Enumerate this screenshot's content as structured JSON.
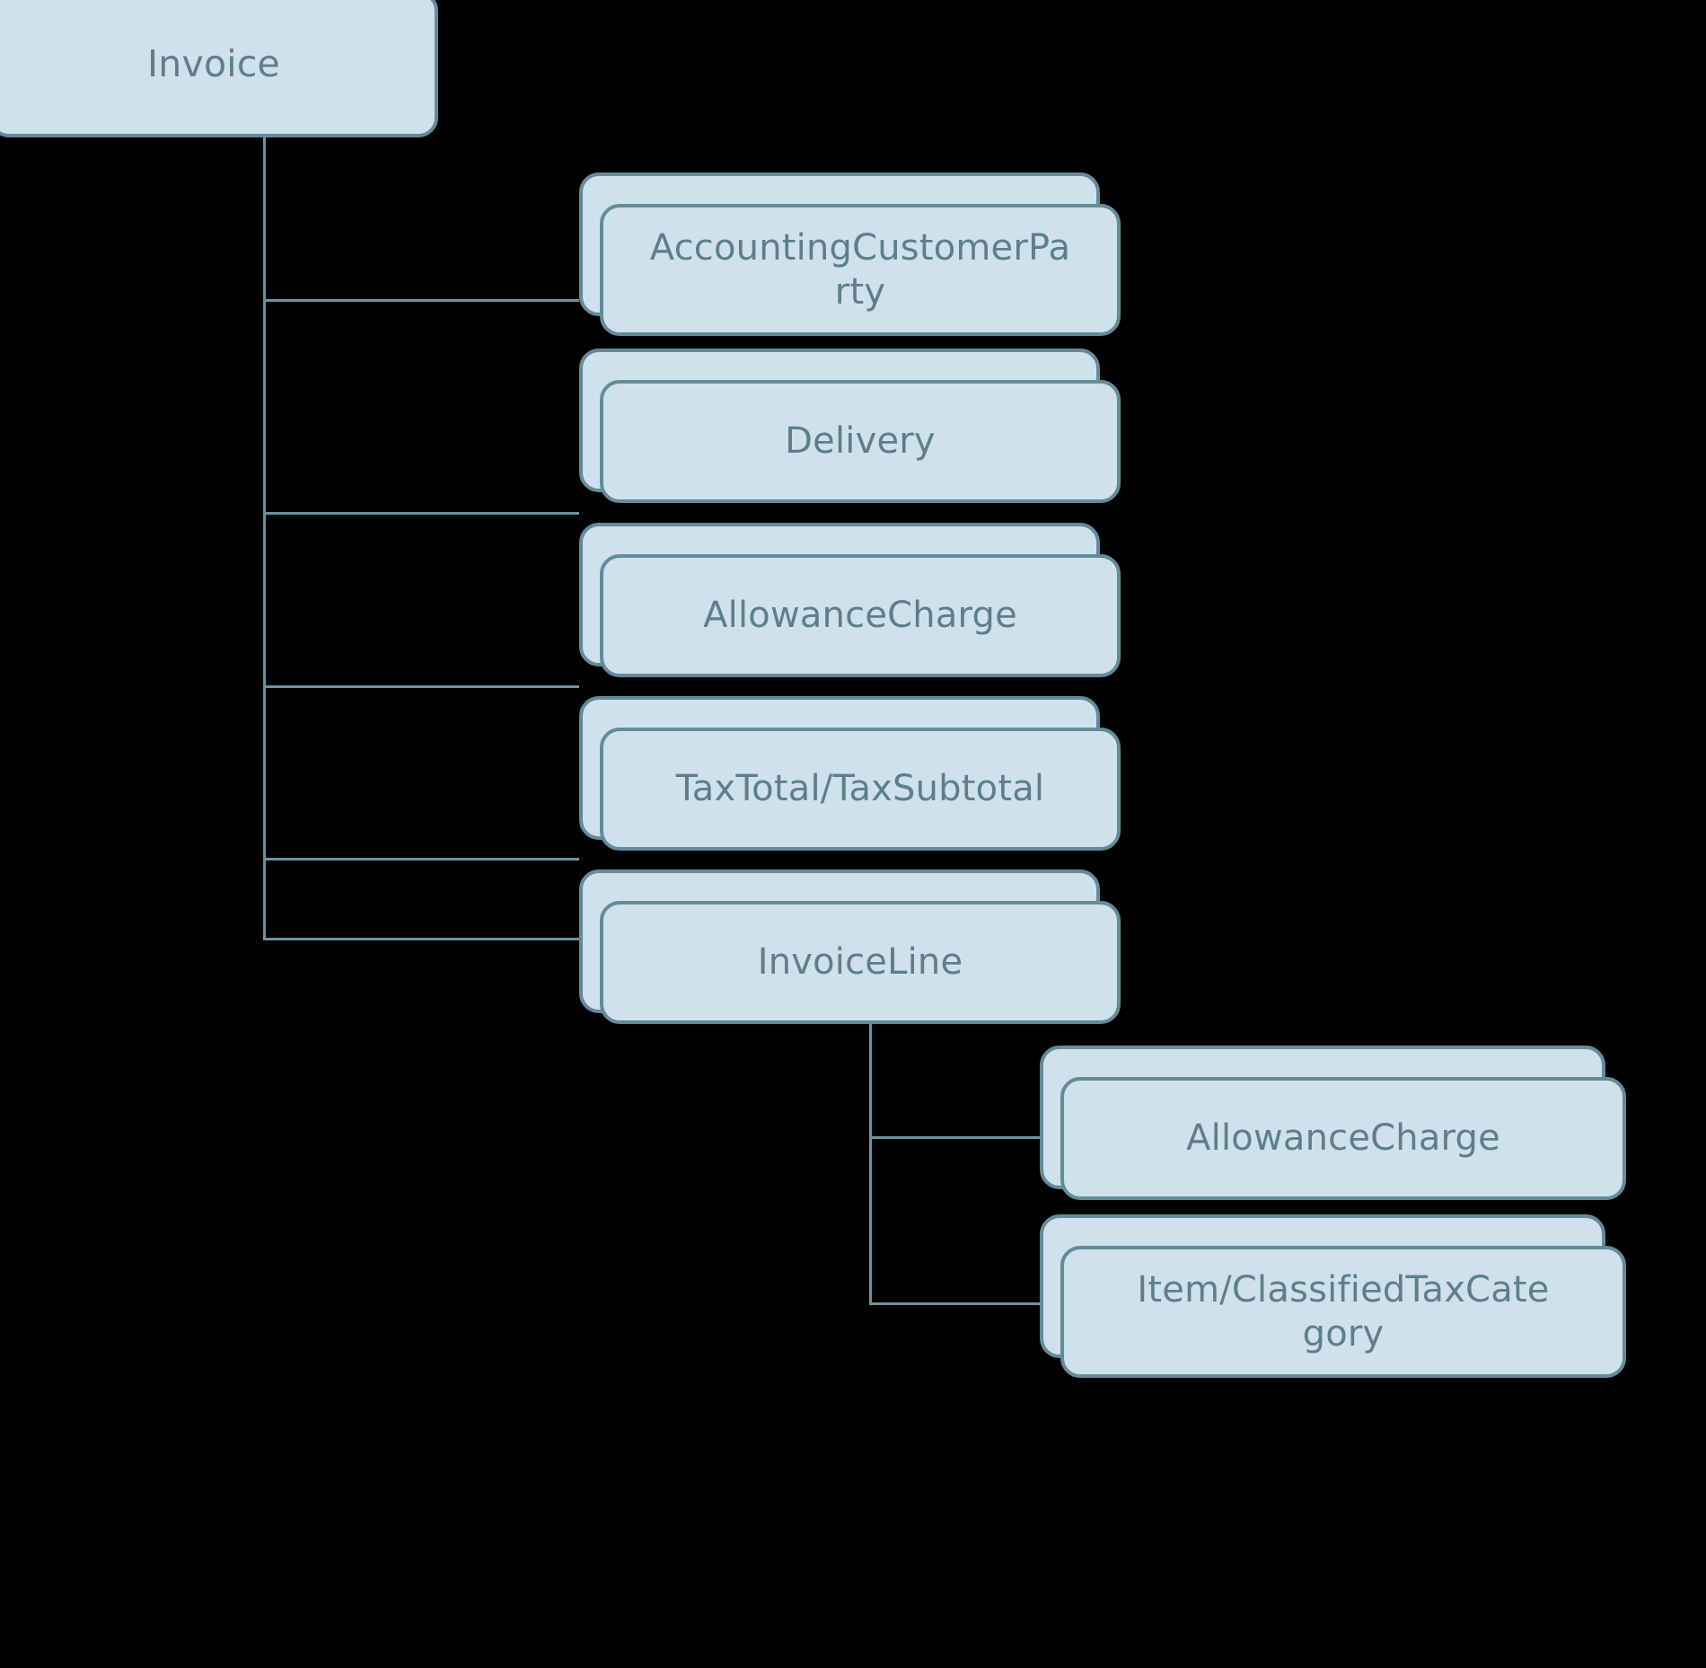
{
  "diagram": {
    "type": "tree",
    "title": "UBL Invoice structure tree",
    "background": "#000000",
    "node_fill": "#cfe2eb",
    "node_stroke": "#648b99",
    "text_color": "#5d7f8c",
    "connector_color": "#6e929f",
    "root": {
      "id": "invoice",
      "label": "Invoice",
      "stacked": false
    },
    "nodes": [
      {
        "id": "accounting-customer-party",
        "label": "AccountingCustomerPa\nrty",
        "stacked": true,
        "parent": "invoice"
      },
      {
        "id": "delivery",
        "label": "Delivery",
        "stacked": true,
        "parent": "invoice"
      },
      {
        "id": "allowance-charge",
        "label": "AllowanceCharge",
        "stacked": true,
        "parent": "invoice"
      },
      {
        "id": "tax-total-tax-subtotal",
        "label": "TaxTotal/TaxSubtotal",
        "stacked": true,
        "parent": "invoice"
      },
      {
        "id": "invoice-line",
        "label": "InvoiceLine",
        "stacked": true,
        "parent": "invoice"
      },
      {
        "id": "line-allowance-charge",
        "label": "AllowanceCharge",
        "stacked": true,
        "parent": "invoice-line"
      },
      {
        "id": "item-classified-tax-category",
        "label": "Item/ClassifiedTaxCate\ngory",
        "stacked": true,
        "parent": "invoice-line"
      }
    ]
  }
}
